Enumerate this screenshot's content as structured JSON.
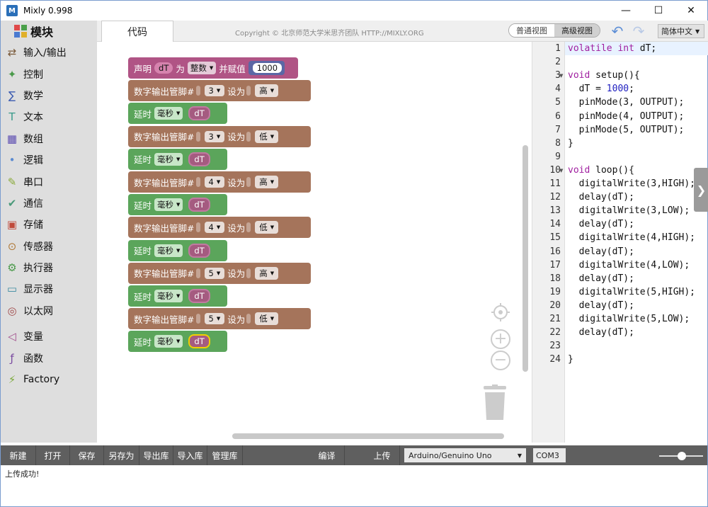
{
  "window": {
    "title": "Mixly 0.998",
    "icon_label": "M"
  },
  "sidebar": {
    "header": "模块",
    "items": [
      {
        "label": "输入/输出",
        "icon": "arrows-icon",
        "color": "#7a5a3a"
      },
      {
        "label": "控制",
        "icon": "gamepad-icon",
        "color": "#4a9a4a"
      },
      {
        "label": "数学",
        "icon": "math-icon",
        "color": "#3a5ab0"
      },
      {
        "label": "文本",
        "icon": "text-icon",
        "color": "#3a9a8a"
      },
      {
        "label": "数组",
        "icon": "grid-icon",
        "color": "#5a4ab0"
      },
      {
        "label": "逻辑",
        "icon": "bulb-icon",
        "color": "#5a8ad0"
      },
      {
        "label": "串口",
        "icon": "pen-icon",
        "color": "#8aaa3a"
      },
      {
        "label": "通信",
        "icon": "signal-icon",
        "color": "#4a9a7a"
      },
      {
        "label": "存储",
        "icon": "storage-icon",
        "color": "#c04a3a"
      },
      {
        "label": "传感器",
        "icon": "sensor-icon",
        "color": "#b07a3a"
      },
      {
        "label": "执行器",
        "icon": "actuator-icon",
        "color": "#4a9a4a"
      },
      {
        "label": "显示器",
        "icon": "monitor-icon",
        "color": "#3a8aa0"
      },
      {
        "label": "以太网",
        "icon": "globe-icon",
        "color": "#a04a4a"
      },
      {
        "label": "变量",
        "icon": "variable-icon",
        "color": "#a04a8a"
      },
      {
        "label": "函数",
        "icon": "function-icon",
        "color": "#7a4aa0"
      },
      {
        "label": "Factory",
        "icon": "bolt-icon",
        "color": "#7aaa3a"
      }
    ]
  },
  "tabs": {
    "code_label": "代码",
    "copyright": "Copyright © 北京师范大学米思齐团队 HTTP://MIXLY.ORG",
    "view_normal": "普通视图",
    "view_advanced": "高级视图",
    "language": "简体中文"
  },
  "blocks": {
    "declare_label": "声明",
    "declare_var": "dT",
    "declare_as": "为",
    "declare_type": "整数",
    "declare_assign": "并赋值",
    "declare_value": "1000",
    "digital_label": "数字输出",
    "pin_label": "管脚#",
    "set_label": "设为",
    "delay_label": "延时",
    "delay_unit": "毫秒",
    "delay_var": "dT",
    "digital_rows": [
      {
        "pin": "3",
        "level": "高"
      },
      {
        "pin": "3",
        "level": "低"
      },
      {
        "pin": "4",
        "level": "高"
      },
      {
        "pin": "4",
        "level": "低"
      },
      {
        "pin": "5",
        "level": "高"
      },
      {
        "pin": "5",
        "level": "低"
      }
    ]
  },
  "code": {
    "lines": [
      "volatile int dT;",
      "",
      "void setup(){",
      "  dT = 1000;",
      "  pinMode(3, OUTPUT);",
      "  pinMode(4, OUTPUT);",
      "  pinMode(5, OUTPUT);",
      "}",
      "",
      "void loop(){",
      "  digitalWrite(3,HIGH);",
      "  delay(dT);",
      "  digitalWrite(3,LOW);",
      "  delay(dT);",
      "  digitalWrite(4,HIGH);",
      "  delay(dT);",
      "  digitalWrite(4,LOW);",
      "  delay(dT);",
      "  digitalWrite(5,HIGH);",
      "  delay(dT);",
      "  digitalWrite(5,LOW);",
      "  delay(dT);",
      "",
      "}"
    ]
  },
  "bottombar": {
    "new": "新建",
    "open": "打开",
    "save": "保存",
    "save_as": "另存为",
    "export_lib": "导出库",
    "import_lib": "导入库",
    "manage_lib": "管理库",
    "compile": "编译",
    "upload": "上传",
    "board": "Arduino/Genuino Uno",
    "port": "COM3"
  },
  "output": {
    "message": "上传成功!"
  },
  "colors": {
    "declare_block": "#b05485",
    "digital_block": "#a5745b",
    "delay_block": "#5ba55b",
    "keyword": "#a020a0",
    "number": "#2020c0"
  }
}
